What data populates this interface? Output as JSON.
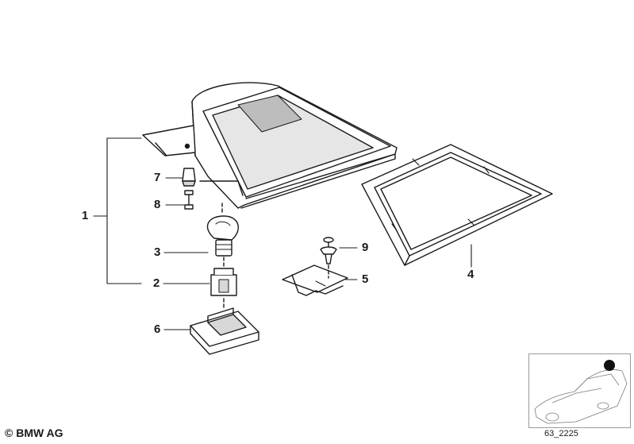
{
  "callouts": [
    {
      "id": "1",
      "label": "1"
    },
    {
      "id": "2",
      "label": "2"
    },
    {
      "id": "3",
      "label": "3"
    },
    {
      "id": "4",
      "label": "4"
    },
    {
      "id": "5",
      "label": "5"
    },
    {
      "id": "6",
      "label": "6"
    },
    {
      "id": "7",
      "label": "7"
    },
    {
      "id": "8",
      "label": "8"
    },
    {
      "id": "9",
      "label": "9"
    }
  ],
  "footer": {
    "copyright": "© BMW AG",
    "reference_code": "63_2225"
  },
  "colors": {
    "line": "#1a1a1a",
    "shade": "#d8d8d8",
    "thumbnail_marker": "#111111"
  }
}
